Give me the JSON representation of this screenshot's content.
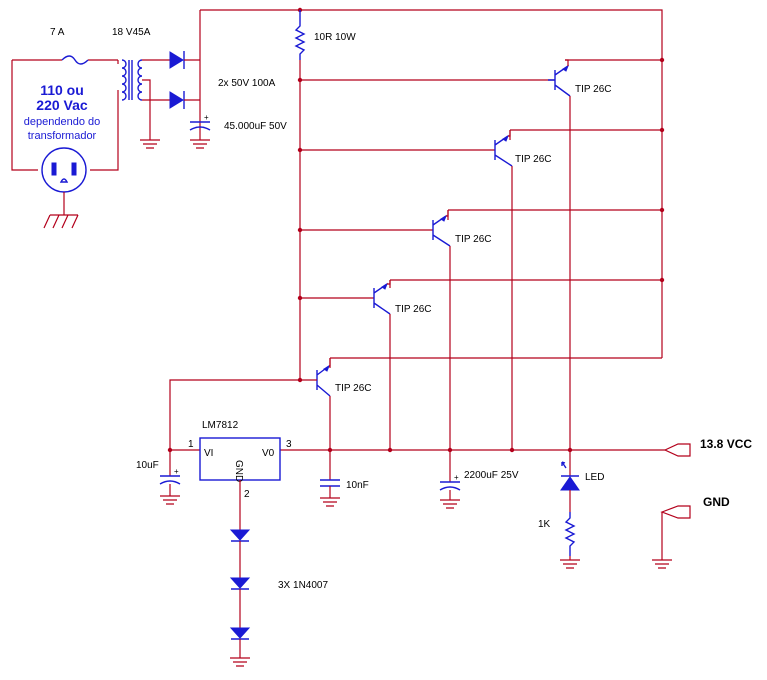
{
  "labels": {
    "fuse": "7 A",
    "transformer": "18 V45A",
    "mains_line1": "110 ou",
    "mains_line2": "220 Vac",
    "mains_line3": "dependendo do",
    "mains_line4": "transformador",
    "resistor_top": "10R 10W",
    "diodes_bridge": "2x 50V 100A",
    "cap_main": "45.000uF 50V",
    "transistor": "TIP 26C",
    "regulator": "LM7812",
    "reg_in": "VI",
    "reg_out": "V0",
    "reg_gnd": "GND",
    "pin1": "1",
    "pin2": "2",
    "pin3": "3",
    "cap_in": "10uF",
    "cap_out": "10nF",
    "cap_out2": "2200uF 25V",
    "led": "LED",
    "resistor_led": "1K",
    "diodes_series": "3X 1N4007",
    "out_vcc": "13.8 VCC",
    "out_gnd": "GND"
  },
  "colors": {
    "wire": "#b3001b",
    "component": "#1a1ad4"
  }
}
